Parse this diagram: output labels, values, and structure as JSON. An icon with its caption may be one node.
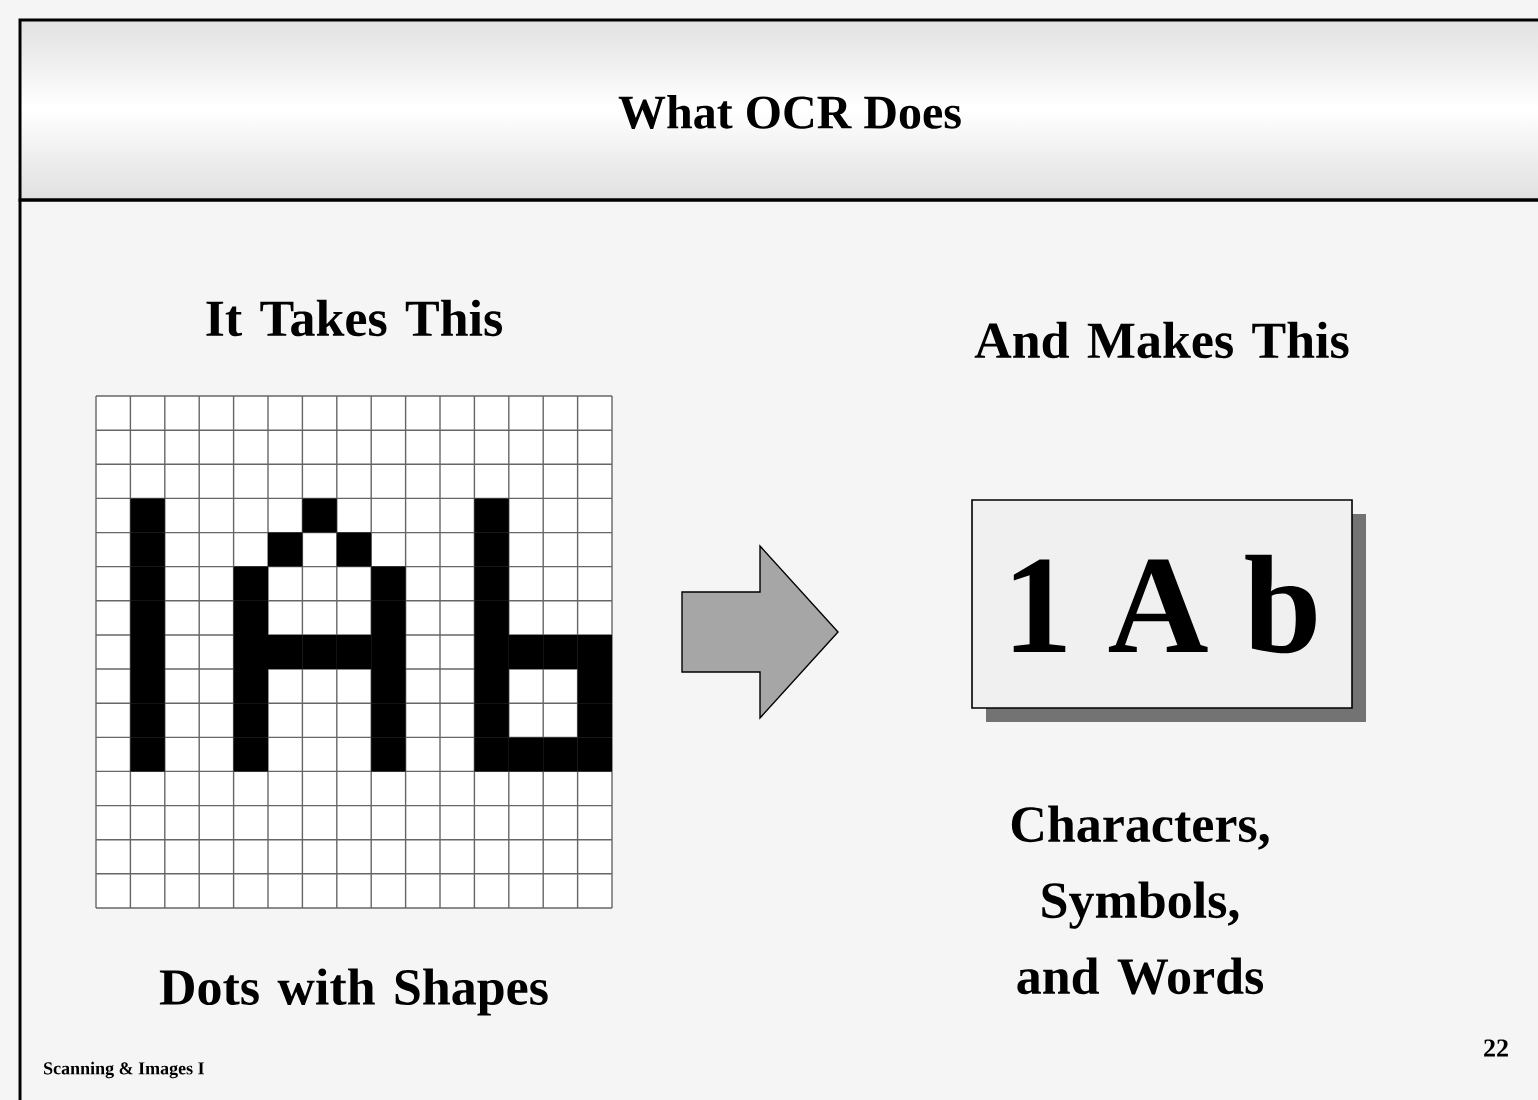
{
  "diagram": {
    "title": "What OCR Does",
    "nodes": [
      {
        "text": [],
        "shape": "grid",
        "beside": [
          "It Takes This",
          "Dots with Shapes"
        ]
      },
      {
        "text": [
          "1 A b"
        ],
        "beside": [
          "And Makes This",
          "Characters, Symbols, and Words"
        ]
      }
    ],
    "edges": [
      {
        "from": 0,
        "to": 1,
        "arrow": "to"
      }
    ],
    "labels": [
      "Scanning & Images I",
      "22"
    ]
  }
}
